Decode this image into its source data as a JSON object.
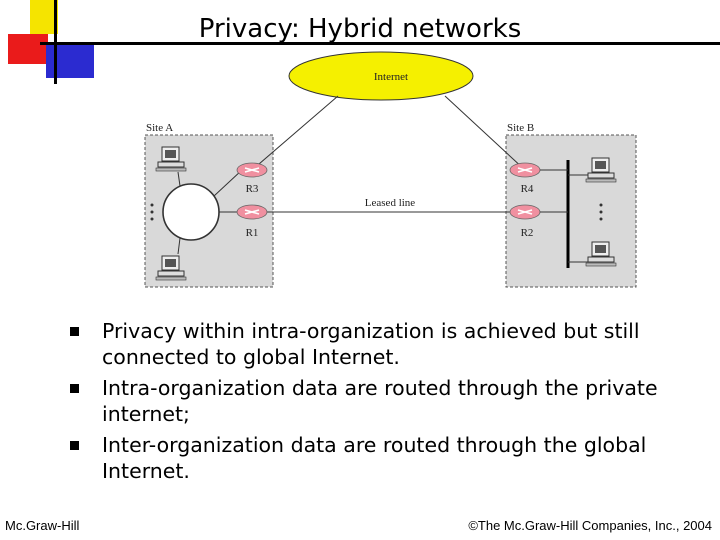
{
  "slide": {
    "title": "Privacy: Hybrid networks"
  },
  "diagram": {
    "cloud_label": "Internet",
    "site_a_label": "Site A",
    "site_b_label": "Site B",
    "leased_line_label": "Leased line",
    "routers": [
      "R3",
      "R1",
      "R4",
      "R2"
    ]
  },
  "bullets": [
    "Privacy within intra-organization is achieved but still connected to global Internet.",
    "Intra-organization data are routed through the private internet;",
    "Inter-organization data are routed through the global Internet."
  ],
  "footer": {
    "left": "Mc.Graw-Hill",
    "right": "©The Mc.Graw-Hill Companies, Inc., 2004"
  },
  "colors": {
    "accent_yellow": "#f5e400",
    "accent_red": "#ea1b1b",
    "accent_blue": "#2b2bd0",
    "router_pink": "#f090a0",
    "site_gray": "#d9d9d9"
  }
}
